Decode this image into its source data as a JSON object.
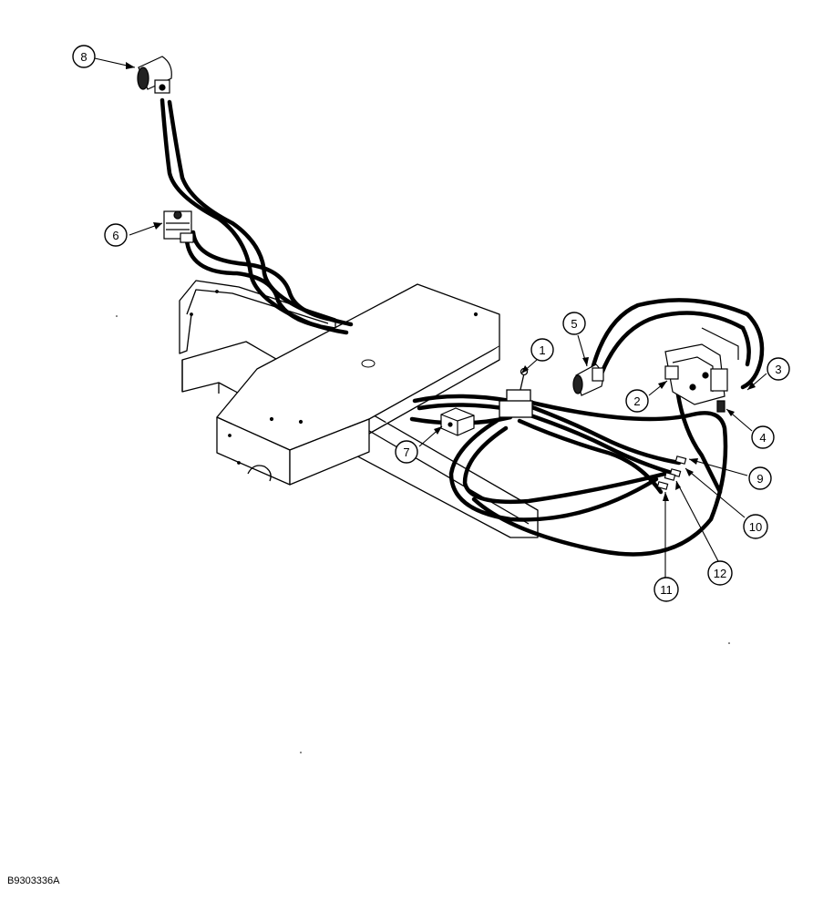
{
  "figure_id": "B9303336A",
  "callouts": [
    {
      "number": "1"
    },
    {
      "number": "2"
    },
    {
      "number": "3"
    },
    {
      "number": "4"
    },
    {
      "number": "5"
    },
    {
      "number": "6"
    },
    {
      "number": "7"
    },
    {
      "number": "8"
    },
    {
      "number": "9"
    },
    {
      "number": "10"
    },
    {
      "number": "11"
    },
    {
      "number": "12"
    }
  ],
  "colors": {
    "line": "#000000",
    "background": "#ffffff"
  }
}
